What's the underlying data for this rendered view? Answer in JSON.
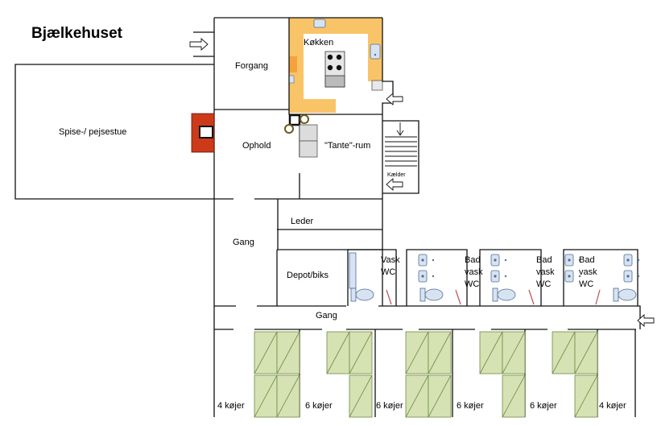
{
  "title": "Bjælkehuset",
  "rooms": {
    "kokken": "Køkken",
    "forgang": "Forgang",
    "spise": "Spise-/ pejsestue",
    "ophold": "Ophold",
    "tante": "\"Tante\"-rum",
    "kaelder": "Kælder",
    "leder": "Leder",
    "gang_top": "Gang",
    "depot": "Depot/biks",
    "gang_bottom": "Gang"
  },
  "wet_rooms": [
    {
      "lines": [
        "Vask",
        "WC"
      ]
    },
    {
      "lines": [
        "Bad",
        "vask",
        "WC"
      ]
    },
    {
      "lines": [
        "Bad",
        "vask",
        "WC"
      ]
    },
    {
      "lines": [
        "Bad",
        "vask",
        "WC"
      ]
    }
  ],
  "bunk_rooms": [
    {
      "label": "4 køjer"
    },
    {
      "label": "6 køjer"
    },
    {
      "label": "6 køjer"
    },
    {
      "label": "6 køjer"
    },
    {
      "label": "6 køjer"
    },
    {
      "label": "4 køjer"
    }
  ],
  "colors": {
    "kitchen": "#f9c467",
    "kitchen_dark": "#f5a13d",
    "fireplace": "#cc3a1a",
    "bunk": "#d6e2b3",
    "bunk_line": "#6f8a43",
    "fixture": "#d8e3f1",
    "fixture_line": "#4d6e99",
    "appliance": "#dcdcdc",
    "wall": "#111111",
    "door_swing": "#c0504d"
  },
  "icons": [
    "entrance-arrow-icon",
    "stove-icon",
    "sink-icon",
    "toilet-icon",
    "washbasin-icon",
    "shower-icon",
    "fireplace-icon",
    "stairs-icon"
  ]
}
